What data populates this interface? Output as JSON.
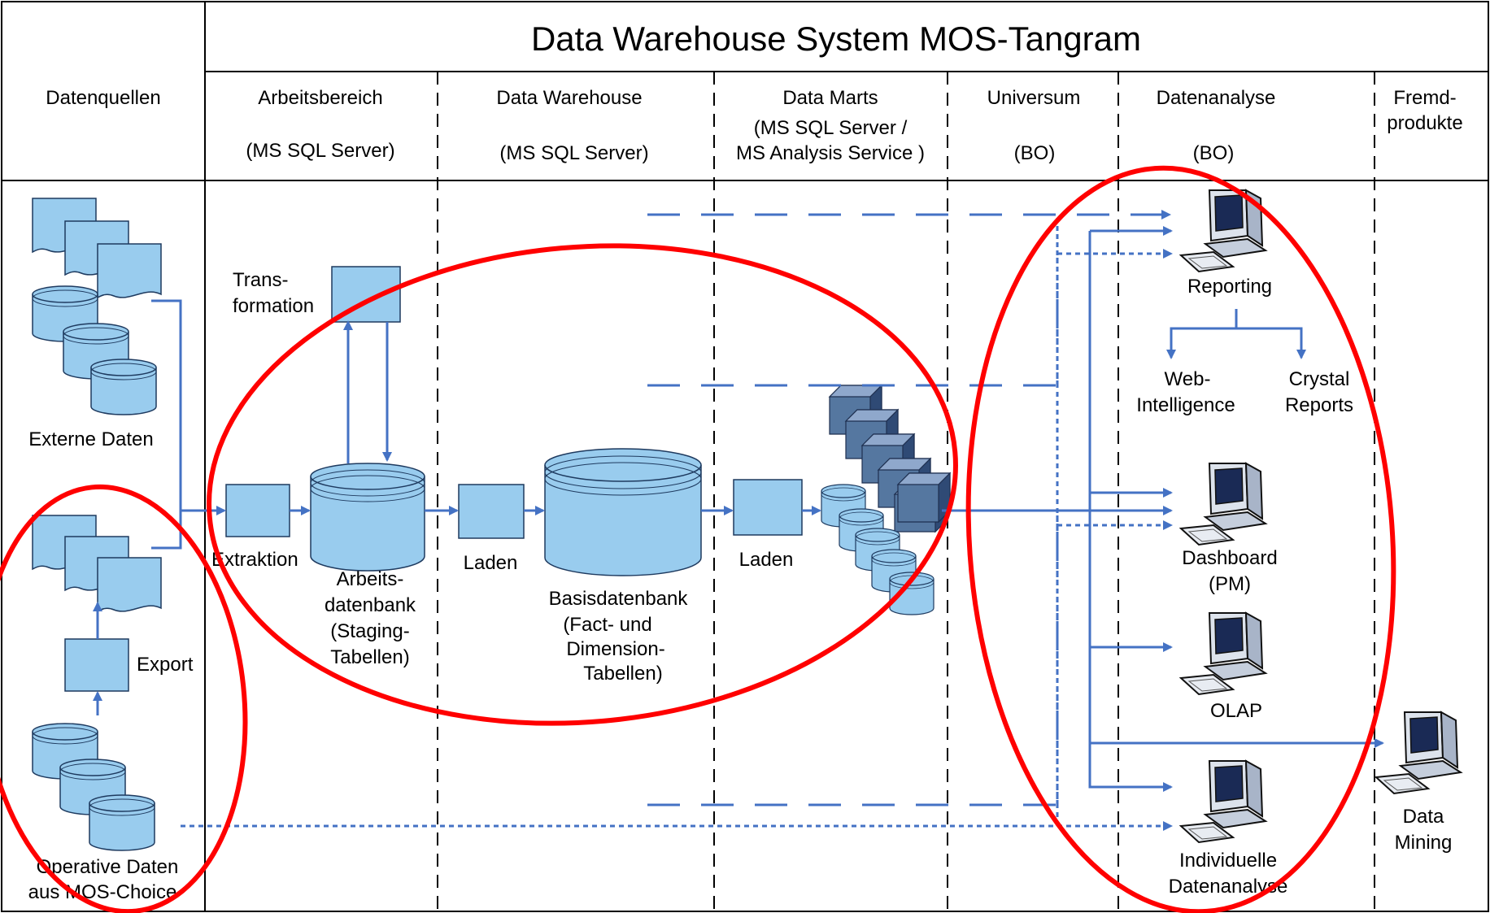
{
  "title": "Data Warehouse System MOS-Tangram",
  "columns": {
    "datenquellen": "Datenquellen",
    "arbeitsbereich": [
      "Arbeitsbereich",
      "(MS SQL Server)"
    ],
    "data_warehouse": [
      "Data Warehouse",
      "(MS SQL Server)"
    ],
    "data_marts": [
      "Data Marts",
      "(MS SQL Server /",
      "MS Analysis Service )"
    ],
    "universum": [
      "Universum",
      "(BO)"
    ],
    "datenanalyse": [
      "Datenanalyse",
      "(BO)"
    ],
    "fremdprodukte": [
      "Fremd-",
      "produkte"
    ]
  },
  "sources": {
    "externe_daten": "Externe Daten",
    "export": "Export",
    "operative_daten": [
      "Operative Daten",
      "aus MOS-Choice"
    ]
  },
  "staging": {
    "transformation": [
      "Trans-",
      "formation"
    ],
    "extraktion": "Extraktion",
    "arbeitsdatenbank": [
      "Arbeits-",
      "datenbank",
      "(Staging-",
      "Tabellen)"
    ]
  },
  "warehouse": {
    "laden": "Laden",
    "basisdatenbank": [
      "Basisdatenbank",
      "(Fact- und",
      "Dimension-",
      "Tabellen)"
    ]
  },
  "marts": {
    "laden": "Laden"
  },
  "analysis": {
    "reporting": "Reporting",
    "web_intelligence": [
      "Web-",
      "Intelligence"
    ],
    "crystal_reports": [
      "Crystal",
      "Reports"
    ],
    "dashboard": [
      "Dashboard",
      "(PM)"
    ],
    "olap": "OLAP",
    "individuelle": [
      "Individuelle",
      "Datenanalyse"
    ]
  },
  "external": {
    "data_mining": [
      "Data",
      "Mining"
    ]
  },
  "colors": {
    "accent_fill": "#99CCEE",
    "stroke": "#4472C4",
    "highlight": "#FF0000",
    "cube": "#5577A0"
  }
}
